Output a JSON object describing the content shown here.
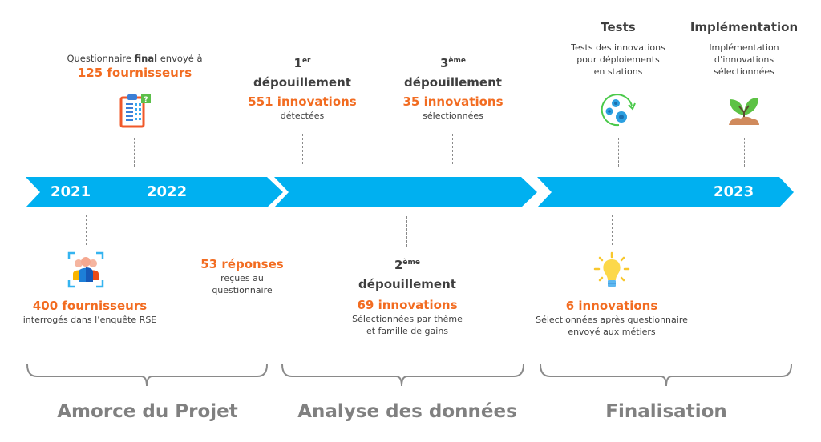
{
  "colors": {
    "arrow": "#00b0f0",
    "highlight": "#f26c21",
    "text": "#3f3f3f",
    "phase": "#808080",
    "dash": "#8a8a8a"
  },
  "timeline": {
    "years": [
      "2021",
      "2022",
      "2023"
    ]
  },
  "top_events": [
    {
      "id": "questionnaire",
      "text_before": "Questionnaire ",
      "text_bold": "final",
      "text_after": " envoyé à",
      "highlight": "125 fournisseurs",
      "icon": "clipboard-question-icon"
    },
    {
      "id": "first-review",
      "ordinal": "1",
      "ordinal_sup": "er",
      "title": "dépouillement",
      "highlight": "551 innovations",
      "sub": "détectées"
    },
    {
      "id": "third-review",
      "ordinal": "3",
      "ordinal_sup": "ème",
      "title": "dépouillement",
      "highlight": "35 innovations",
      "sub": "sélectionnées"
    },
    {
      "id": "tests",
      "title": "Tests",
      "sub_lines": [
        "Tests des innovations",
        "pour déploiements",
        "en stations"
      ],
      "icon": "gears-cycle-icon"
    },
    {
      "id": "implementation",
      "title": "Implémentation",
      "sub_lines": [
        "Implémentation",
        "d’innovations",
        "sélectionnées"
      ],
      "icon": "sprout-icon"
    }
  ],
  "bottom_events": [
    {
      "id": "survey",
      "highlight": "400 fournisseurs",
      "sub": "interrogés dans l’enquête RSE",
      "icon": "people-group-icon"
    },
    {
      "id": "responses",
      "highlight": "53 réponses",
      "sub_lines": [
        "reçues au",
        "questionnaire"
      ]
    },
    {
      "id": "second-review",
      "ordinal": "2",
      "ordinal_sup": "ème",
      "title": "dépouillement",
      "highlight": "69 innovations",
      "sub_lines": [
        "Sélectionnées par thème",
        "et famille de gains"
      ]
    },
    {
      "id": "final-selection",
      "highlight": "6 innovations",
      "sub_lines": [
        "Sélectionnées après questionnaire",
        "envoyé aux métiers"
      ],
      "icon": "lightbulb-icon"
    }
  ],
  "phases": [
    "Amorce du Projet",
    "Analyse des données",
    "Finalisation"
  ]
}
